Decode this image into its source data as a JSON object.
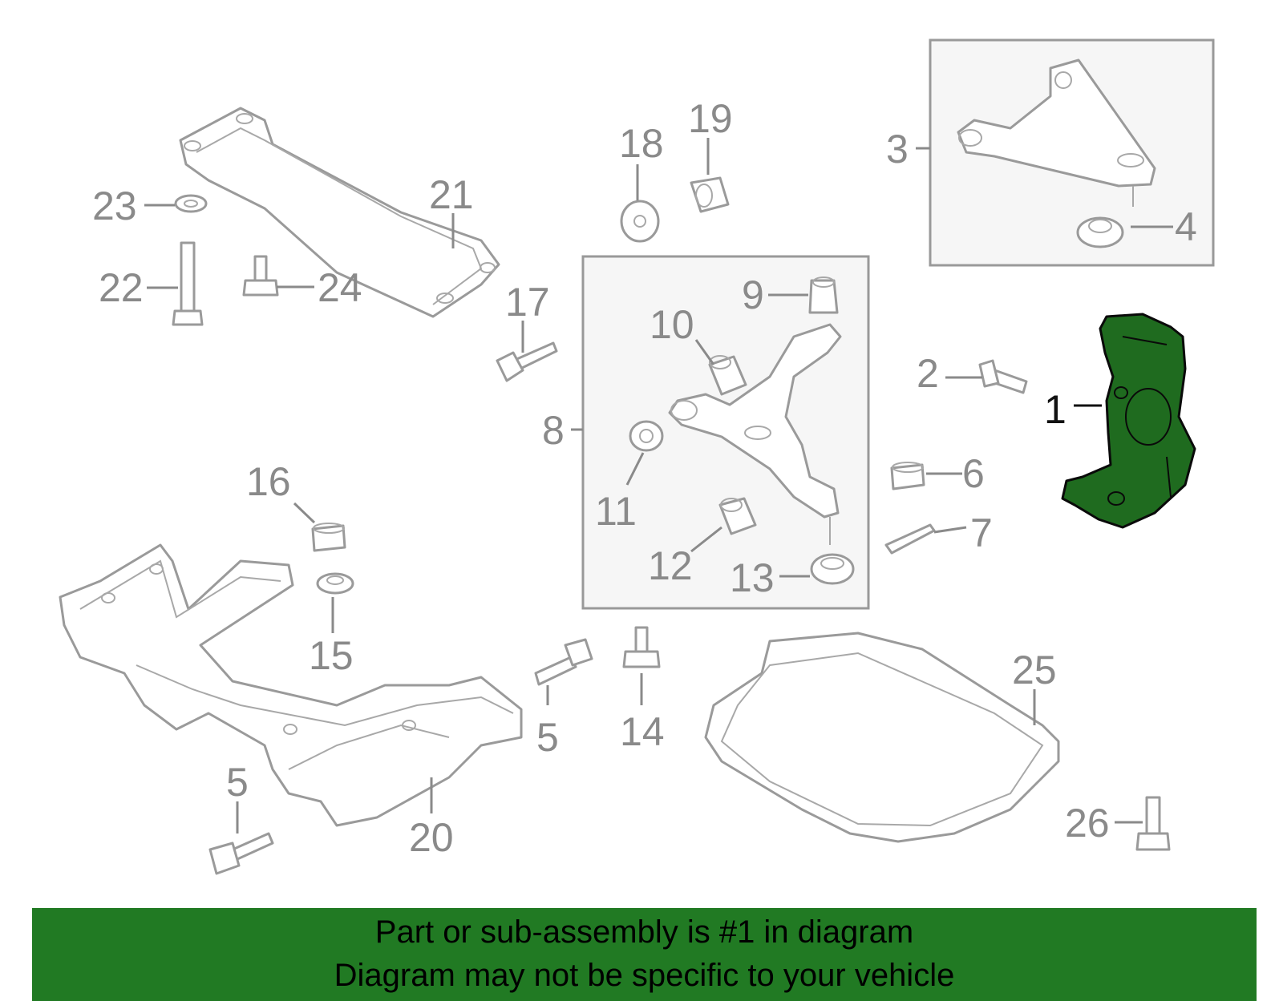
{
  "callouts": [
    "1",
    "2",
    "3",
    "4",
    "5",
    "6",
    "7",
    "8",
    "9",
    "10",
    "11",
    "12",
    "13",
    "14",
    "15",
    "16",
    "17",
    "18",
    "19",
    "20",
    "21",
    "22",
    "23",
    "24",
    "25",
    "26"
  ],
  "highlighted_part": "1",
  "colors": {
    "highlight": "#1f6b1f",
    "banner": "#217a23",
    "line": "#9a9a9a",
    "label": "#8a8a8a"
  },
  "banner": {
    "line1": "Part or sub-assembly is #1 in diagram",
    "line2": "Diagram may not be specific to your vehicle"
  }
}
